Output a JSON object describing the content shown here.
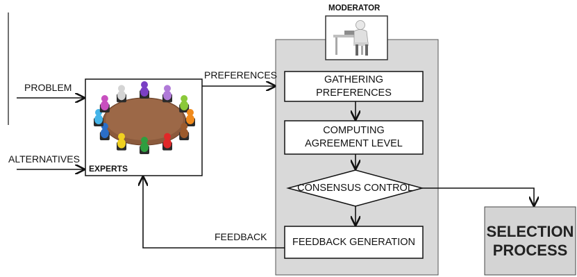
{
  "inputs": {
    "problem": "PROBLEM",
    "alternatives": "ALTERNATIVES"
  },
  "experts": {
    "label": "EXPERTS"
  },
  "moderator": {
    "label": "MODERATOR"
  },
  "flow_labels": {
    "preferences": "PREFERENCES",
    "feedback": "FEEDBACK"
  },
  "process_steps": {
    "gathering": [
      "GATHERING",
      "PREFERENCES"
    ],
    "computing": [
      "COMPUTING",
      "AGREEMENT LEVEL"
    ],
    "consensus_control": "CONSENSUS CONTROL",
    "feedback_generation": "FEEDBACK GENERATION"
  },
  "selection": [
    "SELECTION",
    "PROCESS"
  ],
  "colors": {
    "panel_fill": "#d9d9d9",
    "selection_fill": "#d4d4d4",
    "table": "#8b5a3c",
    "stroke": "#111111",
    "person_colors": [
      "#7a3fc4",
      "#b07ad8",
      "#8bc93a",
      "#f08a1c",
      "#9c5a2c",
      "#e02828",
      "#2f9e3f",
      "#f0d020",
      "#2a6ec8",
      "#45b4e8",
      "#c84fbf",
      "#d4d4d4"
    ]
  }
}
